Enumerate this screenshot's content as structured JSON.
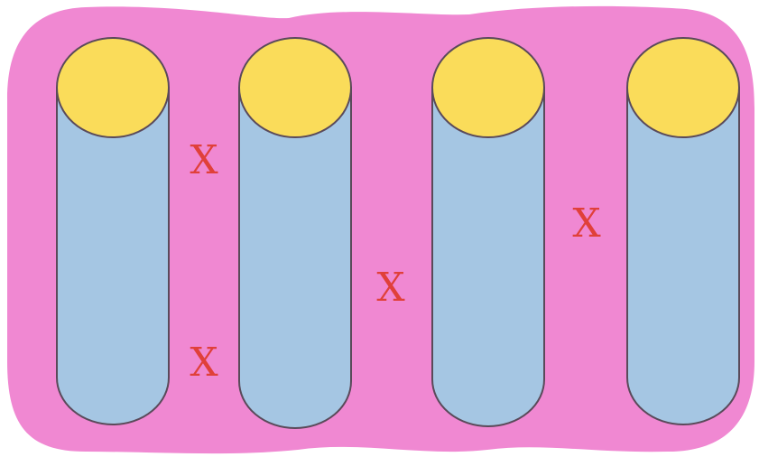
{
  "diagram": {
    "colors": {
      "background": "#f088d2",
      "cylinder_body": "#a5c6e3",
      "cylinder_top": "#fadc5a",
      "outline": "#5a4a5a",
      "mark": "#e0403a"
    },
    "cylinders": [
      {
        "id": "cylinder-1"
      },
      {
        "id": "cylinder-2"
      },
      {
        "id": "cylinder-3"
      },
      {
        "id": "cylinder-4"
      }
    ],
    "marks": [
      {
        "id": "x-mark-1",
        "text": "X"
      },
      {
        "id": "x-mark-2",
        "text": "X"
      },
      {
        "id": "x-mark-3",
        "text": "X"
      },
      {
        "id": "x-mark-4",
        "text": "X"
      }
    ]
  }
}
